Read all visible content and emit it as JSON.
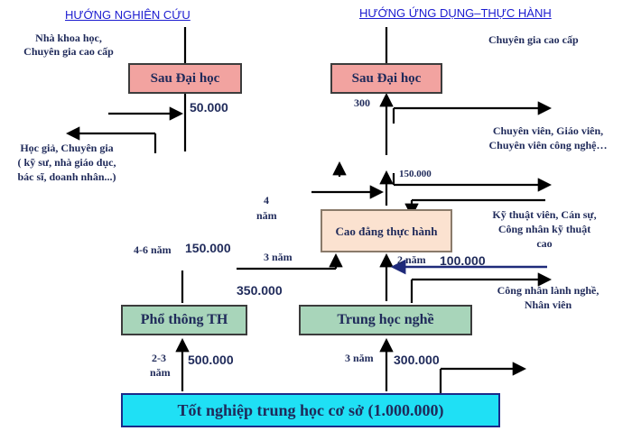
{
  "headers": {
    "research": "HƯỚNG NGHIÊN CỨU",
    "applied": "HƯỚNG ỨNG DỤNG–THỰC HÀNH"
  },
  "boxes": {
    "postgrad_left": "Sau Đại học",
    "postgrad_right": "Sau Đại học",
    "college": "Cao đẳng thực hành",
    "highschool": "Phổ thông TH",
    "vocational": "Trung học nghề",
    "lower_secondary": "Tốt nghiệp trung học cơ sở (1.000.000)"
  },
  "labels": {
    "scientist_1": "Nhà khoa học,",
    "scientist_2": "Chuyên gia cao cấp",
    "senior_expert": "Chuyên gia cao cấp",
    "scholar_1": "Học giả, Chuyên gia",
    "scholar_2": "( kỹ sư, nhà giáo dục,",
    "scholar_3": "bác sĩ, doanh nhân...)",
    "specialist_1": "Chuyên viên, Giáo viên,",
    "specialist_2": "Chuyên viên công nghệ…",
    "technician_1": "Kỹ thuật viên, Cán sự,",
    "technician_2": "Công nhân kỹ thuật",
    "technician_3": "cao",
    "worker_1": "Công nhân lành nghề,",
    "worker_2": "Nhân viên"
  },
  "figures": {
    "n_50000": "50.000",
    "n_300": "300",
    "n_150000_top": "150.000",
    "years_4": "4",
    "years_4_unit": "năm",
    "years_4_6": "4-6 năm",
    "n_150000": "150.000",
    "years_3_college": "3 năm",
    "years_2": "2 năm",
    "n_100000": "100.000",
    "n_350000": "350.000",
    "years_2_3_a": "2-3",
    "years_2_3_b": "năm",
    "n_500000": "500.000",
    "years_3_voc": "3 năm",
    "n_300000": "300.000"
  },
  "colors": {
    "line": "#000000",
    "text": "#1f2a5a",
    "header": "#1c1cd0",
    "highlight_line": "#1f2a7a",
    "pink_box": "#f2a3a0",
    "green_box": "#a8d5ba",
    "peach_box": "#fbe2d0",
    "cyan_box": "#1fe0f5"
  }
}
